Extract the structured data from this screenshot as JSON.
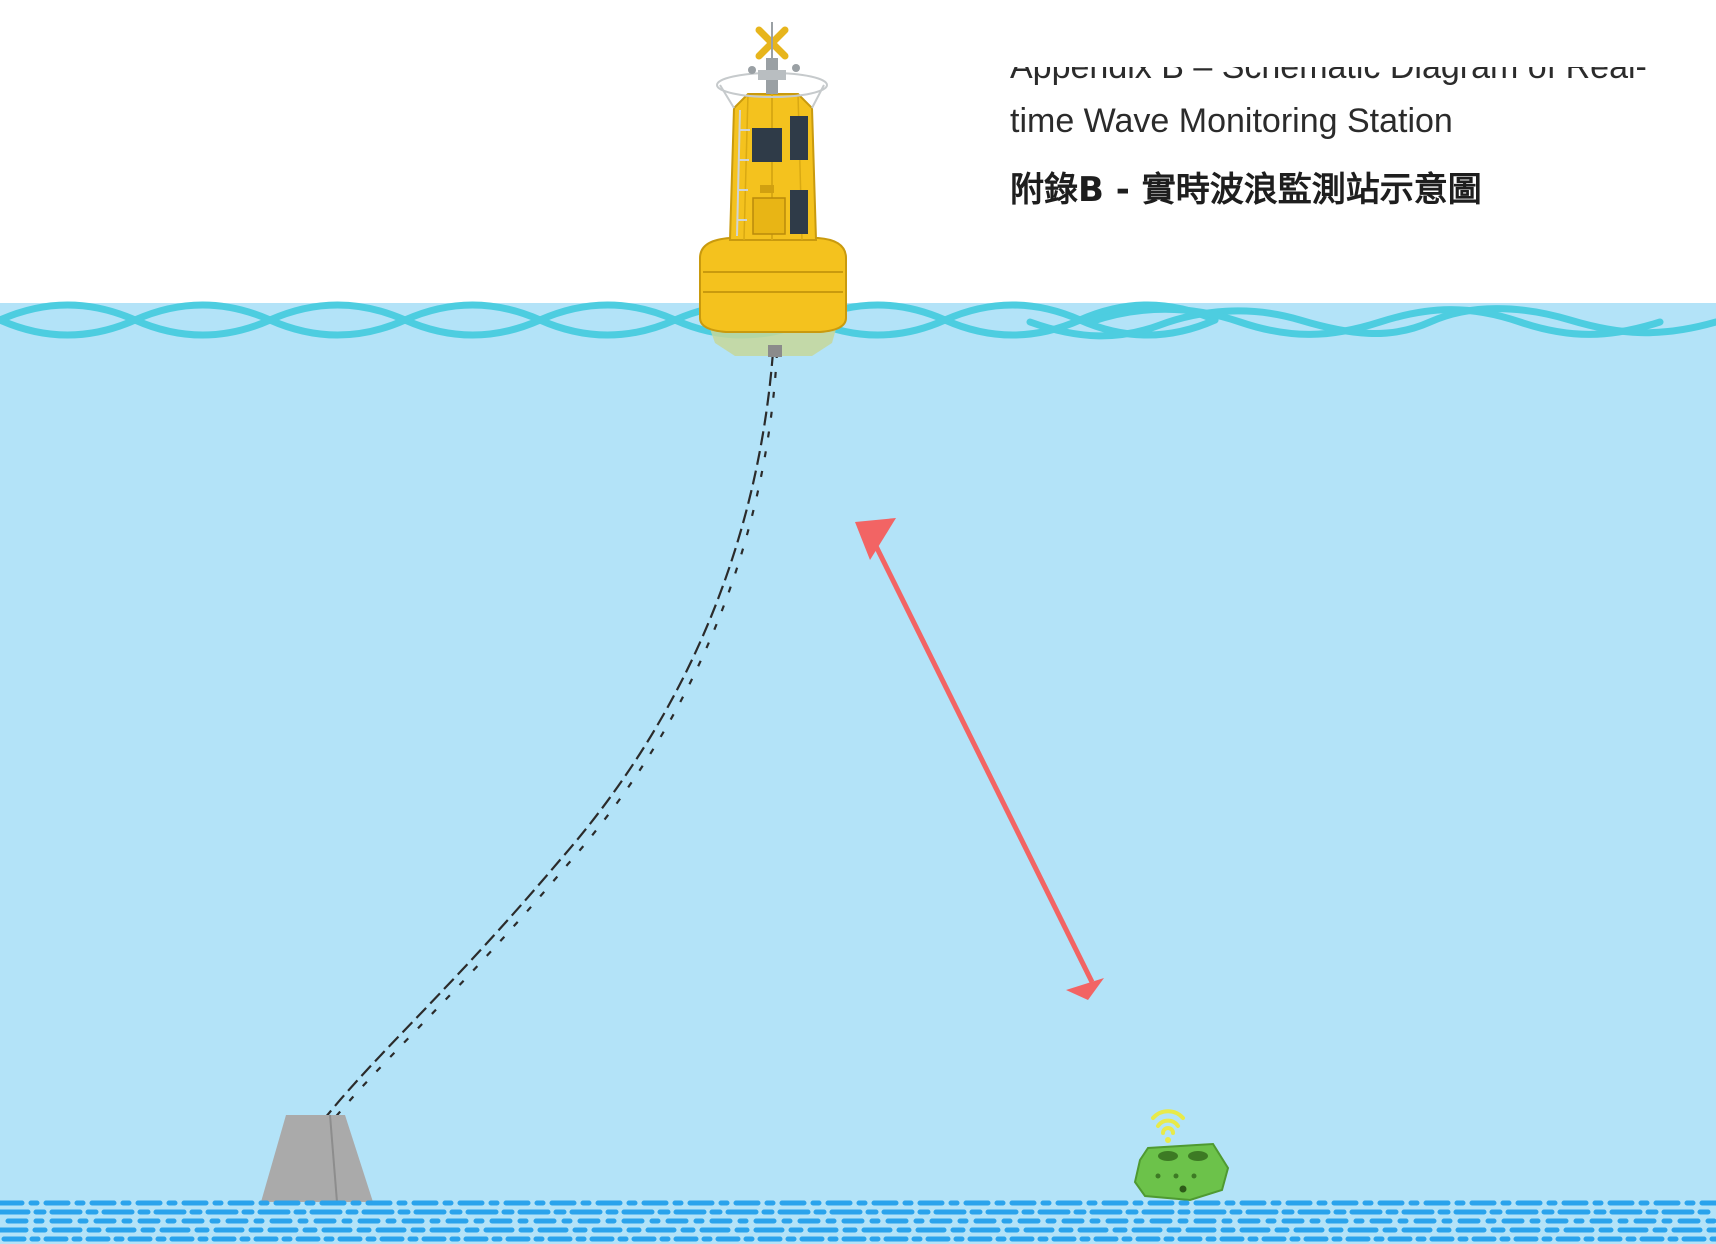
{
  "title": {
    "english": "Appendix B – Schematic Diagram of Real-time Wave Monitoring Station",
    "chinese": "附錄B - 實時波浪監測站示意圖"
  },
  "colors": {
    "water": "#b3e3f8",
    "wave_line": "#4dcde0",
    "seabed_dash": "#2aa3ec",
    "buoy_body": "#f4c21e",
    "buoy_dark": "#c99a0e",
    "mooring_chain": "#2b2b2b",
    "anchor": "#aaaaaa",
    "arrow": "#f26464",
    "sensor": "#6cc24a",
    "signal": "#e8ea4a"
  },
  "icons": [
    "wave-buoy",
    "mooring-chain",
    "anchor-block",
    "double-headed-arrow",
    "seabed-wave-sensor",
    "wireless-signal-icon"
  ]
}
